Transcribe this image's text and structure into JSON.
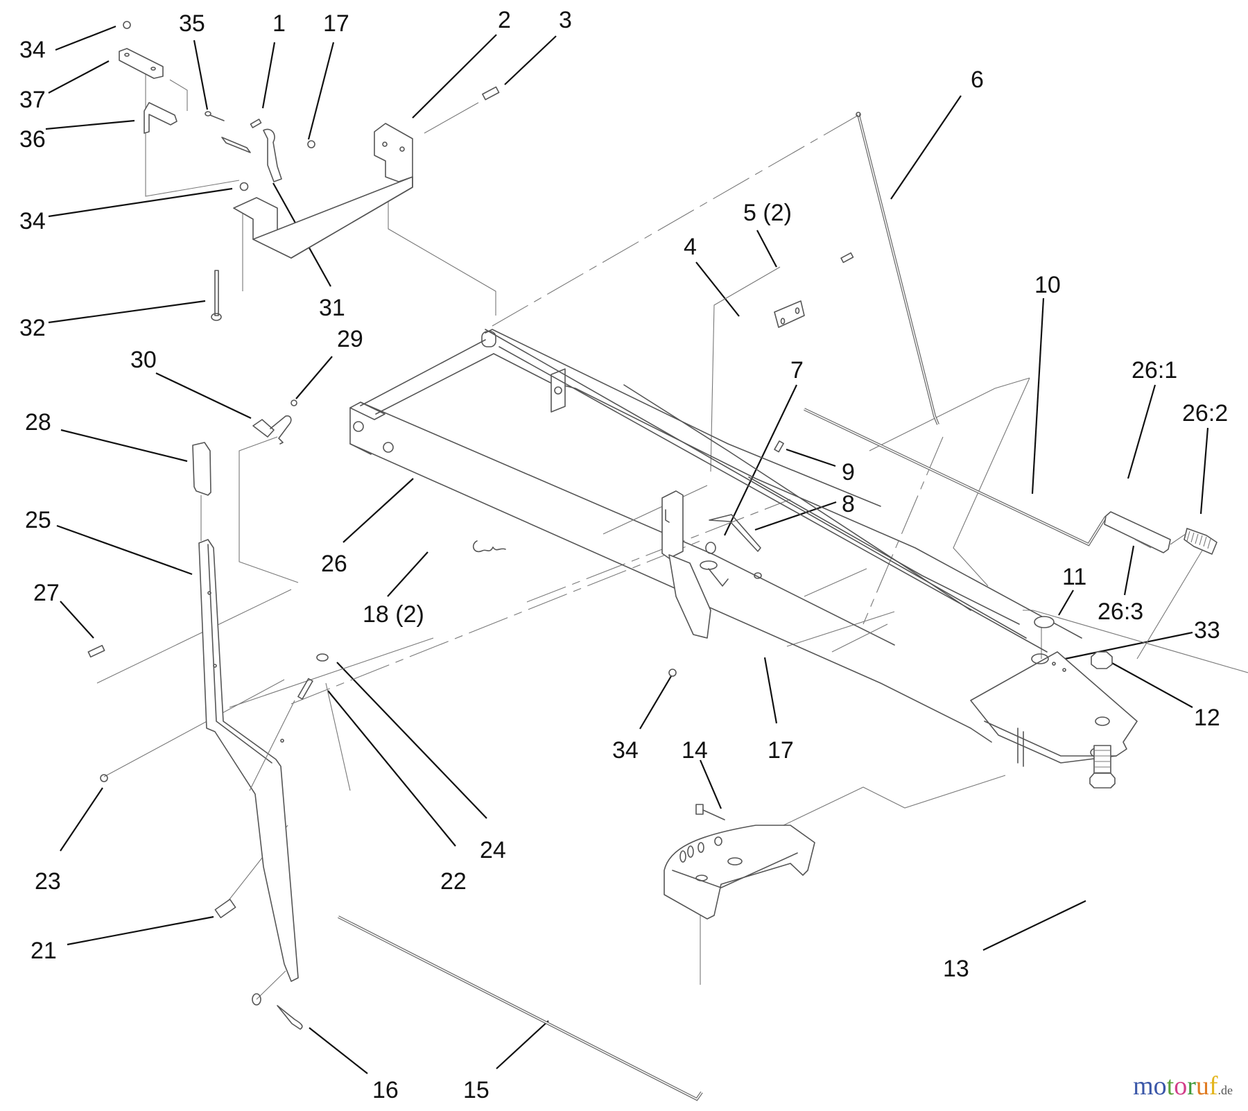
{
  "diagram": {
    "type": "exploded-parts-diagram",
    "callouts": [
      {
        "id": "34a",
        "label": "34"
      },
      {
        "id": "37",
        "label": "37"
      },
      {
        "id": "36",
        "label": "36"
      },
      {
        "id": "34b",
        "label": "34"
      },
      {
        "id": "32",
        "label": "32"
      },
      {
        "id": "35",
        "label": "35"
      },
      {
        "id": "1",
        "label": "1"
      },
      {
        "id": "17a",
        "label": "17"
      },
      {
        "id": "2",
        "label": "2"
      },
      {
        "id": "3",
        "label": "3"
      },
      {
        "id": "31",
        "label": "31"
      },
      {
        "id": "6",
        "label": "6"
      },
      {
        "id": "5",
        "label": "5 (2)"
      },
      {
        "id": "4",
        "label": "4"
      },
      {
        "id": "10",
        "label": "10"
      },
      {
        "id": "26_1",
        "label": "26:1"
      },
      {
        "id": "26_2",
        "label": "26:2"
      },
      {
        "id": "26_3",
        "label": "26:3"
      },
      {
        "id": "29",
        "label": "29"
      },
      {
        "id": "30",
        "label": "30"
      },
      {
        "id": "28",
        "label": "28"
      },
      {
        "id": "25",
        "label": "25"
      },
      {
        "id": "27",
        "label": "27"
      },
      {
        "id": "26",
        "label": "26"
      },
      {
        "id": "18",
        "label": "18 (2)"
      },
      {
        "id": "7",
        "label": "7"
      },
      {
        "id": "9",
        "label": "9"
      },
      {
        "id": "8",
        "label": "8"
      },
      {
        "id": "11",
        "label": "11"
      },
      {
        "id": "33",
        "label": "33"
      },
      {
        "id": "12",
        "label": "12"
      },
      {
        "id": "13",
        "label": "13"
      },
      {
        "id": "34c",
        "label": "34"
      },
      {
        "id": "17b",
        "label": "17"
      },
      {
        "id": "14",
        "label": "14"
      },
      {
        "id": "23",
        "label": "23"
      },
      {
        "id": "22",
        "label": "22"
      },
      {
        "id": "24",
        "label": "24"
      },
      {
        "id": "21",
        "label": "21"
      },
      {
        "id": "16",
        "label": "16"
      },
      {
        "id": "15",
        "label": "15"
      }
    ]
  },
  "watermark": {
    "letters": [
      {
        "ch": "m",
        "color": "#3a57a8"
      },
      {
        "ch": "o",
        "color": "#3a57a8"
      },
      {
        "ch": "t",
        "color": "#5aa23a"
      },
      {
        "ch": "o",
        "color": "#d23f8a"
      },
      {
        "ch": "r",
        "color": "#3f9a3a"
      },
      {
        "ch": "u",
        "color": "#e07b22"
      },
      {
        "ch": "f",
        "color": "#e3b51c"
      }
    ],
    "tld": ".de"
  }
}
